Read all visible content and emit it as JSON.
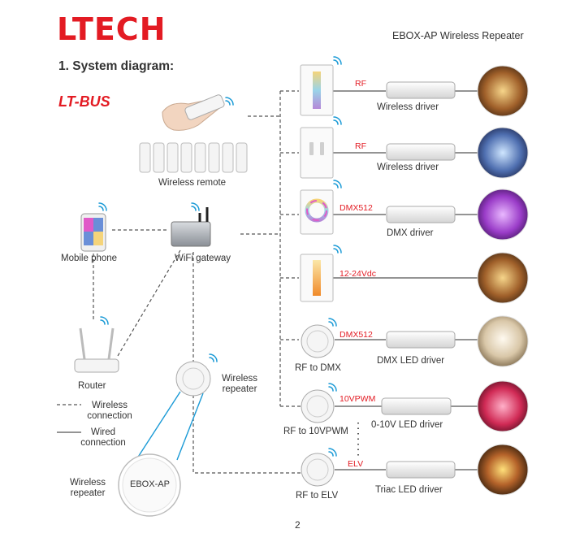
{
  "brand": {
    "logo_text": "LTECH",
    "product": "EBOX-AP  Wireless Repeater",
    "bus_logo": "LT-BUS"
  },
  "section_title": "1. System diagram:",
  "left_devices": {
    "wireless_remote": "Wireless remote",
    "mobile_phone": "Mobile phone",
    "wifi_gateway": "WiFi gateway",
    "router": "Router",
    "wireless_repeater": "Wireless repeater",
    "ebox_ap": "EBOX-AP"
  },
  "legend": {
    "wireless": "Wireless connection",
    "wired": "Wired connection"
  },
  "rows": [
    {
      "signal": "RF",
      "driver": "Wireless driver"
    },
    {
      "signal": "RF",
      "driver": "Wireless driver"
    },
    {
      "signal": "DMX512",
      "driver": "DMX driver"
    },
    {
      "signal": "12-24Vdc",
      "driver": ""
    },
    {
      "signal": "DMX512",
      "driver": "DMX LED driver",
      "converter": "RF to DMX"
    },
    {
      "signal": "10VPWM",
      "driver": "0-10V LED driver",
      "converter": "RF to 10VPWM"
    },
    {
      "signal": "ELV",
      "driver": "Triac LED driver",
      "converter": "RF to ELV"
    }
  ],
  "page_number": "2",
  "colors": {
    "brand_red": "#e31b23",
    "line": "#555555",
    "wifi_blue": "#1a9ad6"
  }
}
